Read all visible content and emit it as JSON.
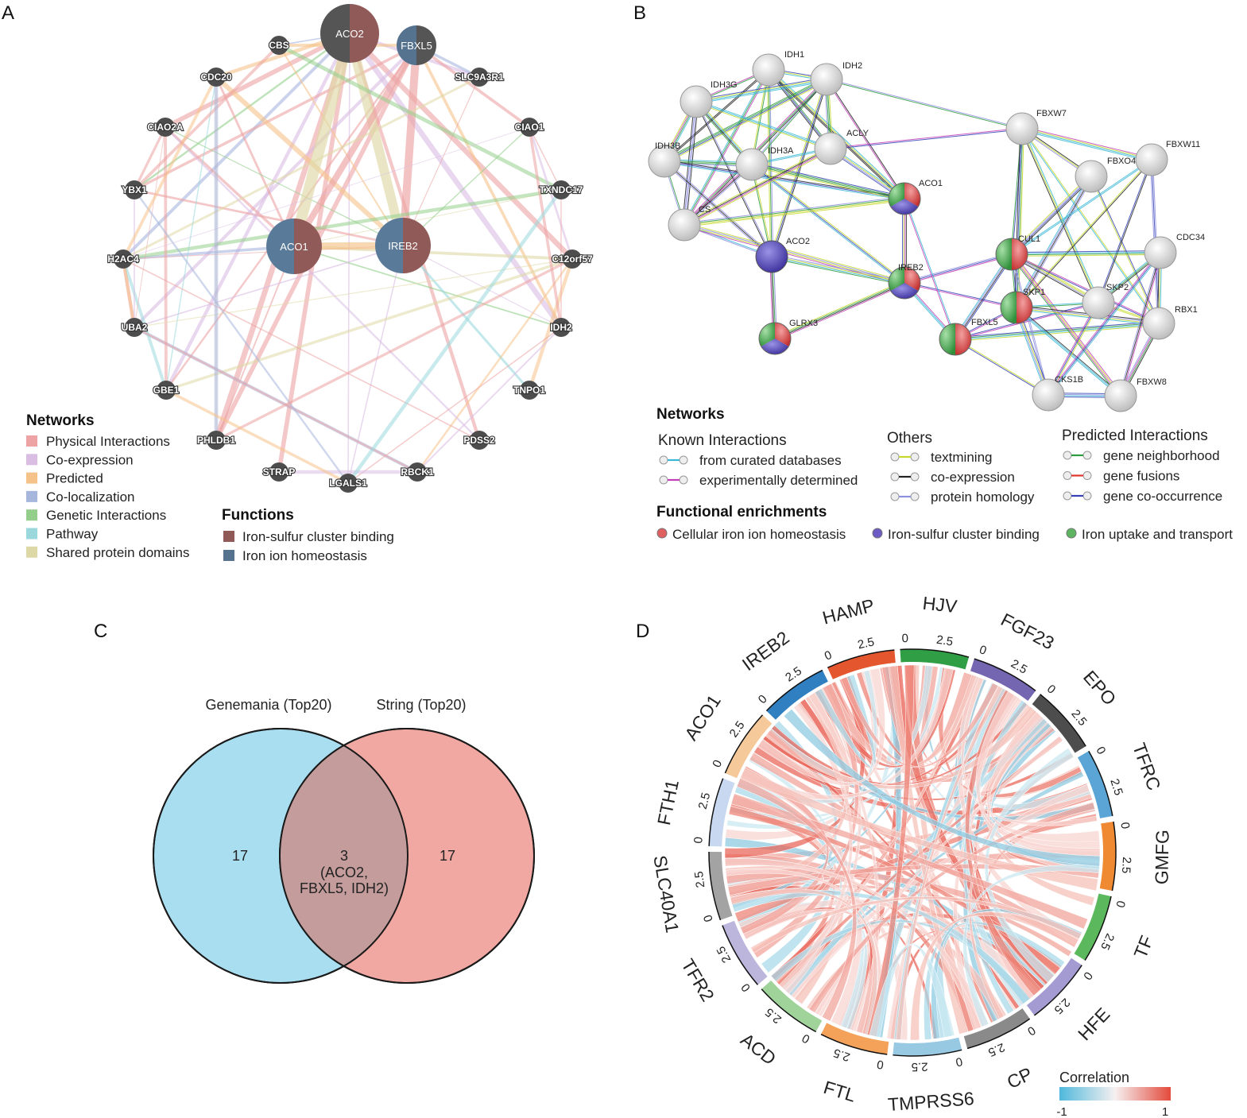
{
  "panels": [
    "A",
    "B",
    "C",
    "D"
  ],
  "genemania": {
    "hubs": [
      {
        "label": "ACO2",
        "left": "#555555",
        "right": "#8f5a58"
      },
      {
        "label": "FBXL5",
        "left": "#55728f",
        "right": "#555555"
      },
      {
        "label": "ACO1",
        "left": "#5a7a99",
        "right": "#8f5a58"
      },
      {
        "label": "IREB2",
        "left": "#5a7a99",
        "right": "#8f5a58"
      }
    ],
    "nodes": [
      "CBS",
      "SLC9A3R1",
      "CDC20",
      "CIAO2A",
      "CIAO1",
      "YBX1",
      "TXNDC17",
      "H2AC4",
      "C12orf57",
      "UBA2",
      "IDH2",
      "GBE1",
      "TNPO1",
      "PHLDB1",
      "PDSS2",
      "STRAP",
      "LGALS1",
      "RBCK1"
    ],
    "legend_networks_title": "Networks",
    "legend_networks": [
      {
        "label": "Physical Interactions",
        "color": "#eda3a3"
      },
      {
        "label": "Co-expression",
        "color": "#d9bde3"
      },
      {
        "label": "Predicted",
        "color": "#f5c38a"
      },
      {
        "label": "Co-localization",
        "color": "#a7b6dd"
      },
      {
        "label": "Genetic Interactions",
        "color": "#93cf8a"
      },
      {
        "label": "Pathway",
        "color": "#9ad8dd"
      },
      {
        "label": "Shared protein domains",
        "color": "#ded8a6"
      }
    ],
    "legend_functions_title": "Functions",
    "legend_functions": [
      {
        "label": "Iron-sulfur cluster binding",
        "color": "#8f5a58"
      },
      {
        "label": "Iron ion homeostasis",
        "color": "#55728f"
      }
    ]
  },
  "string": {
    "nodes": [
      "IDH1",
      "IDH2",
      "IDH3G",
      "IDH3B",
      "IDH3A",
      "ACLY",
      "CS",
      "ACO1",
      "ACO2",
      "IREB2",
      "GLRX3",
      "FBXL5",
      "FBXW7",
      "FBXO45",
      "FBXW11",
      "CUL1",
      "CDC34",
      "SKP1",
      "SKP2",
      "RBX1",
      "CKS1B",
      "FBXW8"
    ],
    "networks_title": "Networks",
    "known_title": "Known Interactions",
    "known": [
      {
        "label": "from curated databases",
        "color": "#3ab7d6"
      },
      {
        "label": "experimentally determined",
        "color": "#c33fb8"
      }
    ],
    "others_title": "Others",
    "others": [
      {
        "label": "textmining",
        "color": "#c6d82b"
      },
      {
        "label": "co-expression",
        "color": "#222222"
      },
      {
        "label": "protein homology",
        "color": "#8f8fe0"
      }
    ],
    "predicted_title": "Predicted Interactions",
    "predicted": [
      {
        "label": "gene neighborhood",
        "color": "#2e9a3e"
      },
      {
        "label": "gene fusions",
        "color": "#e0362b"
      },
      {
        "label": "gene co-occurrence",
        "color": "#3341b4"
      }
    ],
    "functional_title": "Functional enrichments",
    "functional": [
      {
        "label": "Cellular iron ion homeostasis",
        "color": "#e06060"
      },
      {
        "label": "Iron-sulfur cluster binding",
        "color": "#6b5bc2"
      },
      {
        "label": "Iron uptake and transport",
        "color": "#5cb360"
      }
    ]
  },
  "venn": {
    "left_title": "Genemania (Top20)",
    "right_title": "String (Top20)",
    "left_count": "17",
    "right_count": "17",
    "overlap_count": "3",
    "overlap_line1": "(ACO2,",
    "overlap_line2": "FBXL5, IDH2)",
    "left_color": "#a8def0",
    "right_color": "#f2a8a2",
    "overlap_color": "#c49c9c"
  },
  "chord": {
    "legend_title": "Correlation",
    "legend_min": "-1",
    "legend_max": "1",
    "tick_zero": "0",
    "tick_mid": "2.5",
    "segments": [
      {
        "label": "ACO1",
        "color": "#f6c99a"
      },
      {
        "label": "IREB2",
        "color": "#2f7fc1"
      },
      {
        "label": "HAMP",
        "color": "#e4572e"
      },
      {
        "label": "HJV",
        "color": "#2f9e44"
      },
      {
        "label": "FGF23",
        "color": "#7466b0"
      },
      {
        "label": "EPO",
        "color": "#4d4d4d"
      },
      {
        "label": "TFRC",
        "color": "#5aa5d6"
      },
      {
        "label": "GMFG",
        "color": "#f08a32"
      },
      {
        "label": "TF",
        "color": "#5cb85c"
      },
      {
        "label": "HFE",
        "color": "#a49bd3"
      },
      {
        "label": "CP",
        "color": "#8a8a8a"
      },
      {
        "label": "TMPRSS6",
        "color": "#98c9e3"
      },
      {
        "label": "FTL",
        "color": "#f4a259"
      },
      {
        "label": "ACD",
        "color": "#9fd39a"
      },
      {
        "label": "TFR2",
        "color": "#bcb6dd"
      },
      {
        "label": "SLC40A1",
        "color": "#a3a3a3"
      },
      {
        "label": "FTH1",
        "color": "#c7d8f0"
      }
    ]
  }
}
